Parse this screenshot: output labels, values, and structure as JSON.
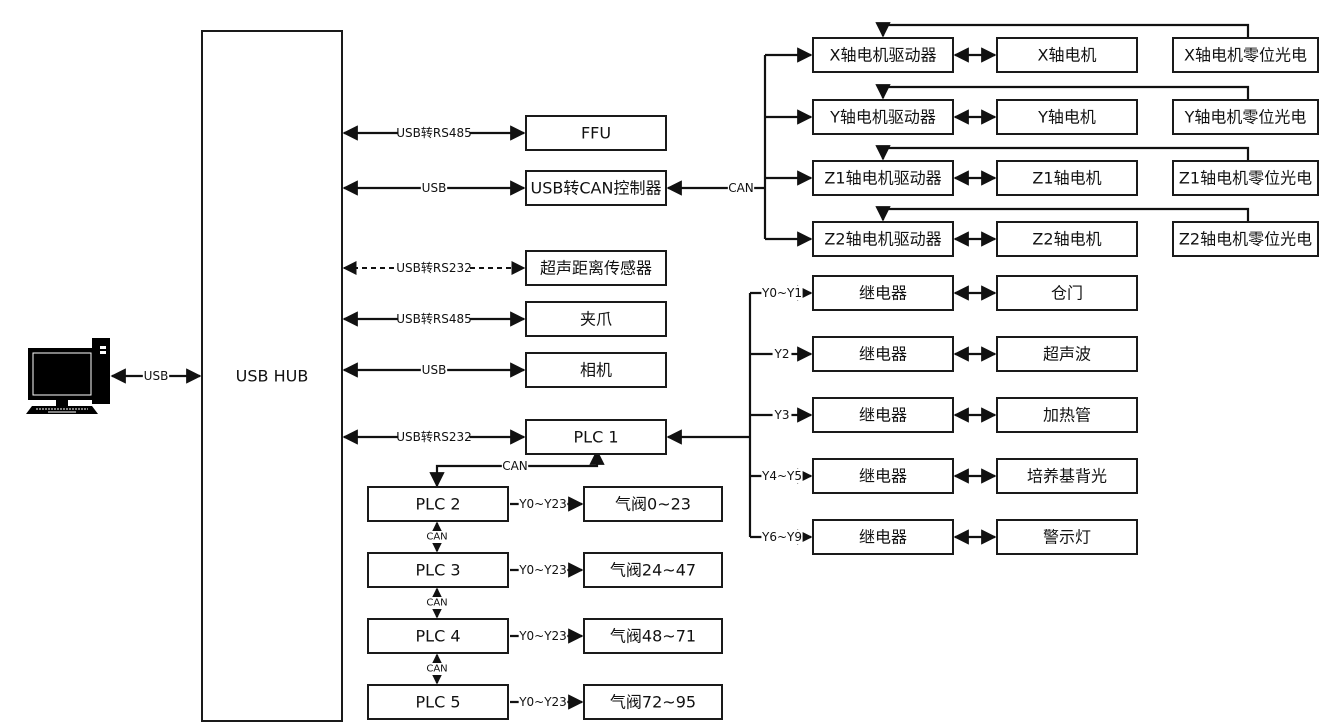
{
  "computer": {
    "icon": "desktop-computer-icon",
    "link_label": "USB"
  },
  "hub": {
    "label": "USB HUB"
  },
  "hub_devices": [
    {
      "id": "ffu",
      "label": "FFU",
      "link_label": "USB转RS485",
      "link_style": "solid"
    },
    {
      "id": "usb-can",
      "label": "USB转CAN控制器",
      "link_label": "USB",
      "link_style": "solid"
    },
    {
      "id": "ultrasonic-sensor",
      "label": "超声距离传感器",
      "link_label": "USB转RS232",
      "link_style": "dashed"
    },
    {
      "id": "gripper",
      "label": "夹爪",
      "link_label": "USB转RS485",
      "link_style": "solid"
    },
    {
      "id": "camera",
      "label": "相机",
      "link_label": "USB",
      "link_style": "solid"
    },
    {
      "id": "plc1",
      "label": "PLC 1",
      "link_label": "USB转RS232",
      "link_style": "solid"
    }
  ],
  "can_bus": {
    "label": "CAN",
    "axes": [
      {
        "driver": "X轴电机驱动器",
        "motor": "X轴电机",
        "sensor": "X轴电机零位光电"
      },
      {
        "driver": "Y轴电机驱动器",
        "motor": "Y轴电机",
        "sensor": "Y轴电机零位光电"
      },
      {
        "driver": "Z1轴电机驱动器",
        "motor": "Z1轴电机",
        "sensor": "Z1轴电机零位光电"
      },
      {
        "driver": "Z2轴电机驱动器",
        "motor": "Z2轴电机",
        "sensor": "Z2轴电机零位光电"
      }
    ]
  },
  "plc1_outputs": [
    {
      "port": "Y0~Y1",
      "relay": "继电器",
      "device": "仓门"
    },
    {
      "port": "Y2",
      "relay": "继电器",
      "device": "超声波"
    },
    {
      "port": "Y3",
      "relay": "继电器",
      "device": "加热管"
    },
    {
      "port": "Y4~Y5",
      "relay": "继电器",
      "device": "培养基背光"
    },
    {
      "port": "Y6~Y9",
      "relay": "继电器",
      "device": "警示灯"
    }
  ],
  "plc_chain": {
    "link_from_plc1": "CAN",
    "link_between": "CAN",
    "plcs": [
      {
        "label": "PLC 2",
        "port": "Y0~Y23",
        "valves": "气阀0~23"
      },
      {
        "label": "PLC 3",
        "port": "Y0~Y23",
        "valves": "气阀24~47"
      },
      {
        "label": "PLC 4",
        "port": "Y0~Y23",
        "valves": "气阀48~71"
      },
      {
        "label": "PLC 5",
        "port": "Y0~Y23",
        "valves": "气阀72~95"
      }
    ]
  }
}
